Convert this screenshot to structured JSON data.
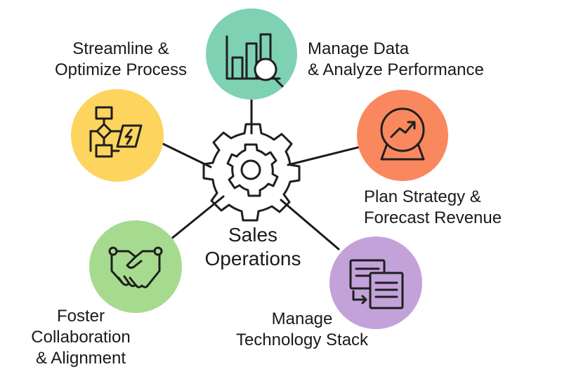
{
  "center": {
    "label": "Sales\nOperations"
  },
  "nodes": [
    {
      "key": "data",
      "label": "Manage Data\n& Analyze Performance",
      "color": "#7fd1b4",
      "icon": "bar-chart-magnifier-icon"
    },
    {
      "key": "strategy",
      "label": "Plan Strategy &\nForecast Revenue",
      "color": "#f9885f",
      "icon": "crystal-ball-trend-icon"
    },
    {
      "key": "tech",
      "label": "Manage\nTechnology Stack",
      "color": "#c3a2da",
      "icon": "documents-icon"
    },
    {
      "key": "collab",
      "label": "Foster\nCollaboration\n& Alignment",
      "color": "#a6db8f",
      "icon": "handshake-icon"
    },
    {
      "key": "process",
      "label": "Streamline &\nOptimize Process",
      "color": "#fdd45e",
      "icon": "flowchart-icon"
    }
  ]
}
